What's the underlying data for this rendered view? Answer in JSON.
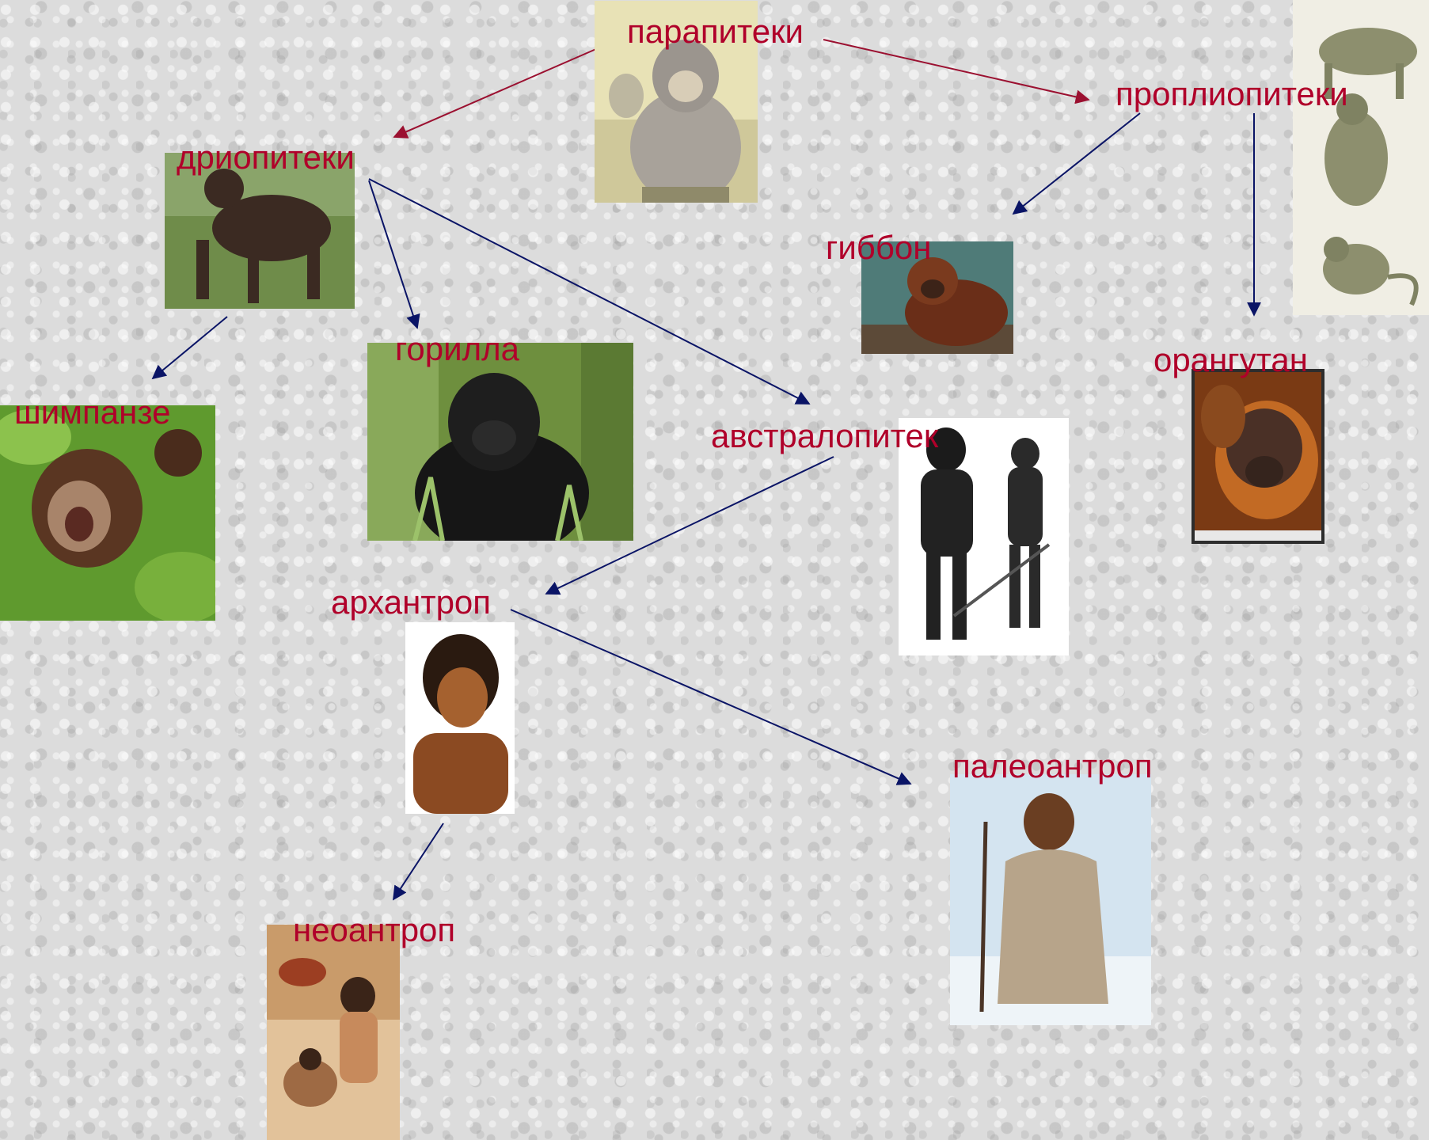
{
  "colors": {
    "label": "#b0002a",
    "arrow_red": "#9b1030",
    "arrow_blue": "#0a1466",
    "background": "#dcdcdc"
  },
  "nodes": {
    "parapitheci": "парапитеки",
    "propliopitheci": "проплиопитеки",
    "dryopitheci": "дриопитеки",
    "gibbon": "гиббон",
    "orangutan": "орангутан",
    "gorilla": "горилла",
    "chimpanzee": "шимпанзе",
    "australopithecus": "австралопитек",
    "archanthrop": "архантроп",
    "paleoanthrop": "палеоантроп",
    "neoanthrop": "неоантроп"
  },
  "edges": [
    {
      "from": "парапитеки",
      "to": "дриопитеки"
    },
    {
      "from": "парапитеки",
      "to": "проплиопитеки"
    },
    {
      "from": "проплиопитеки",
      "to": "гиббон"
    },
    {
      "from": "проплиопитеки",
      "to": "орангутан"
    },
    {
      "from": "дриопитеки",
      "to": "шимпанзе"
    },
    {
      "from": "дриопитеки",
      "to": "горилла"
    },
    {
      "from": "дриопитеки",
      "to": "австралопитек"
    },
    {
      "from": "австралопитек",
      "to": "архантроп"
    },
    {
      "from": "архантроп",
      "to": "палеоантроп"
    },
    {
      "from": "архантроп",
      "to": "неоантроп"
    }
  ]
}
